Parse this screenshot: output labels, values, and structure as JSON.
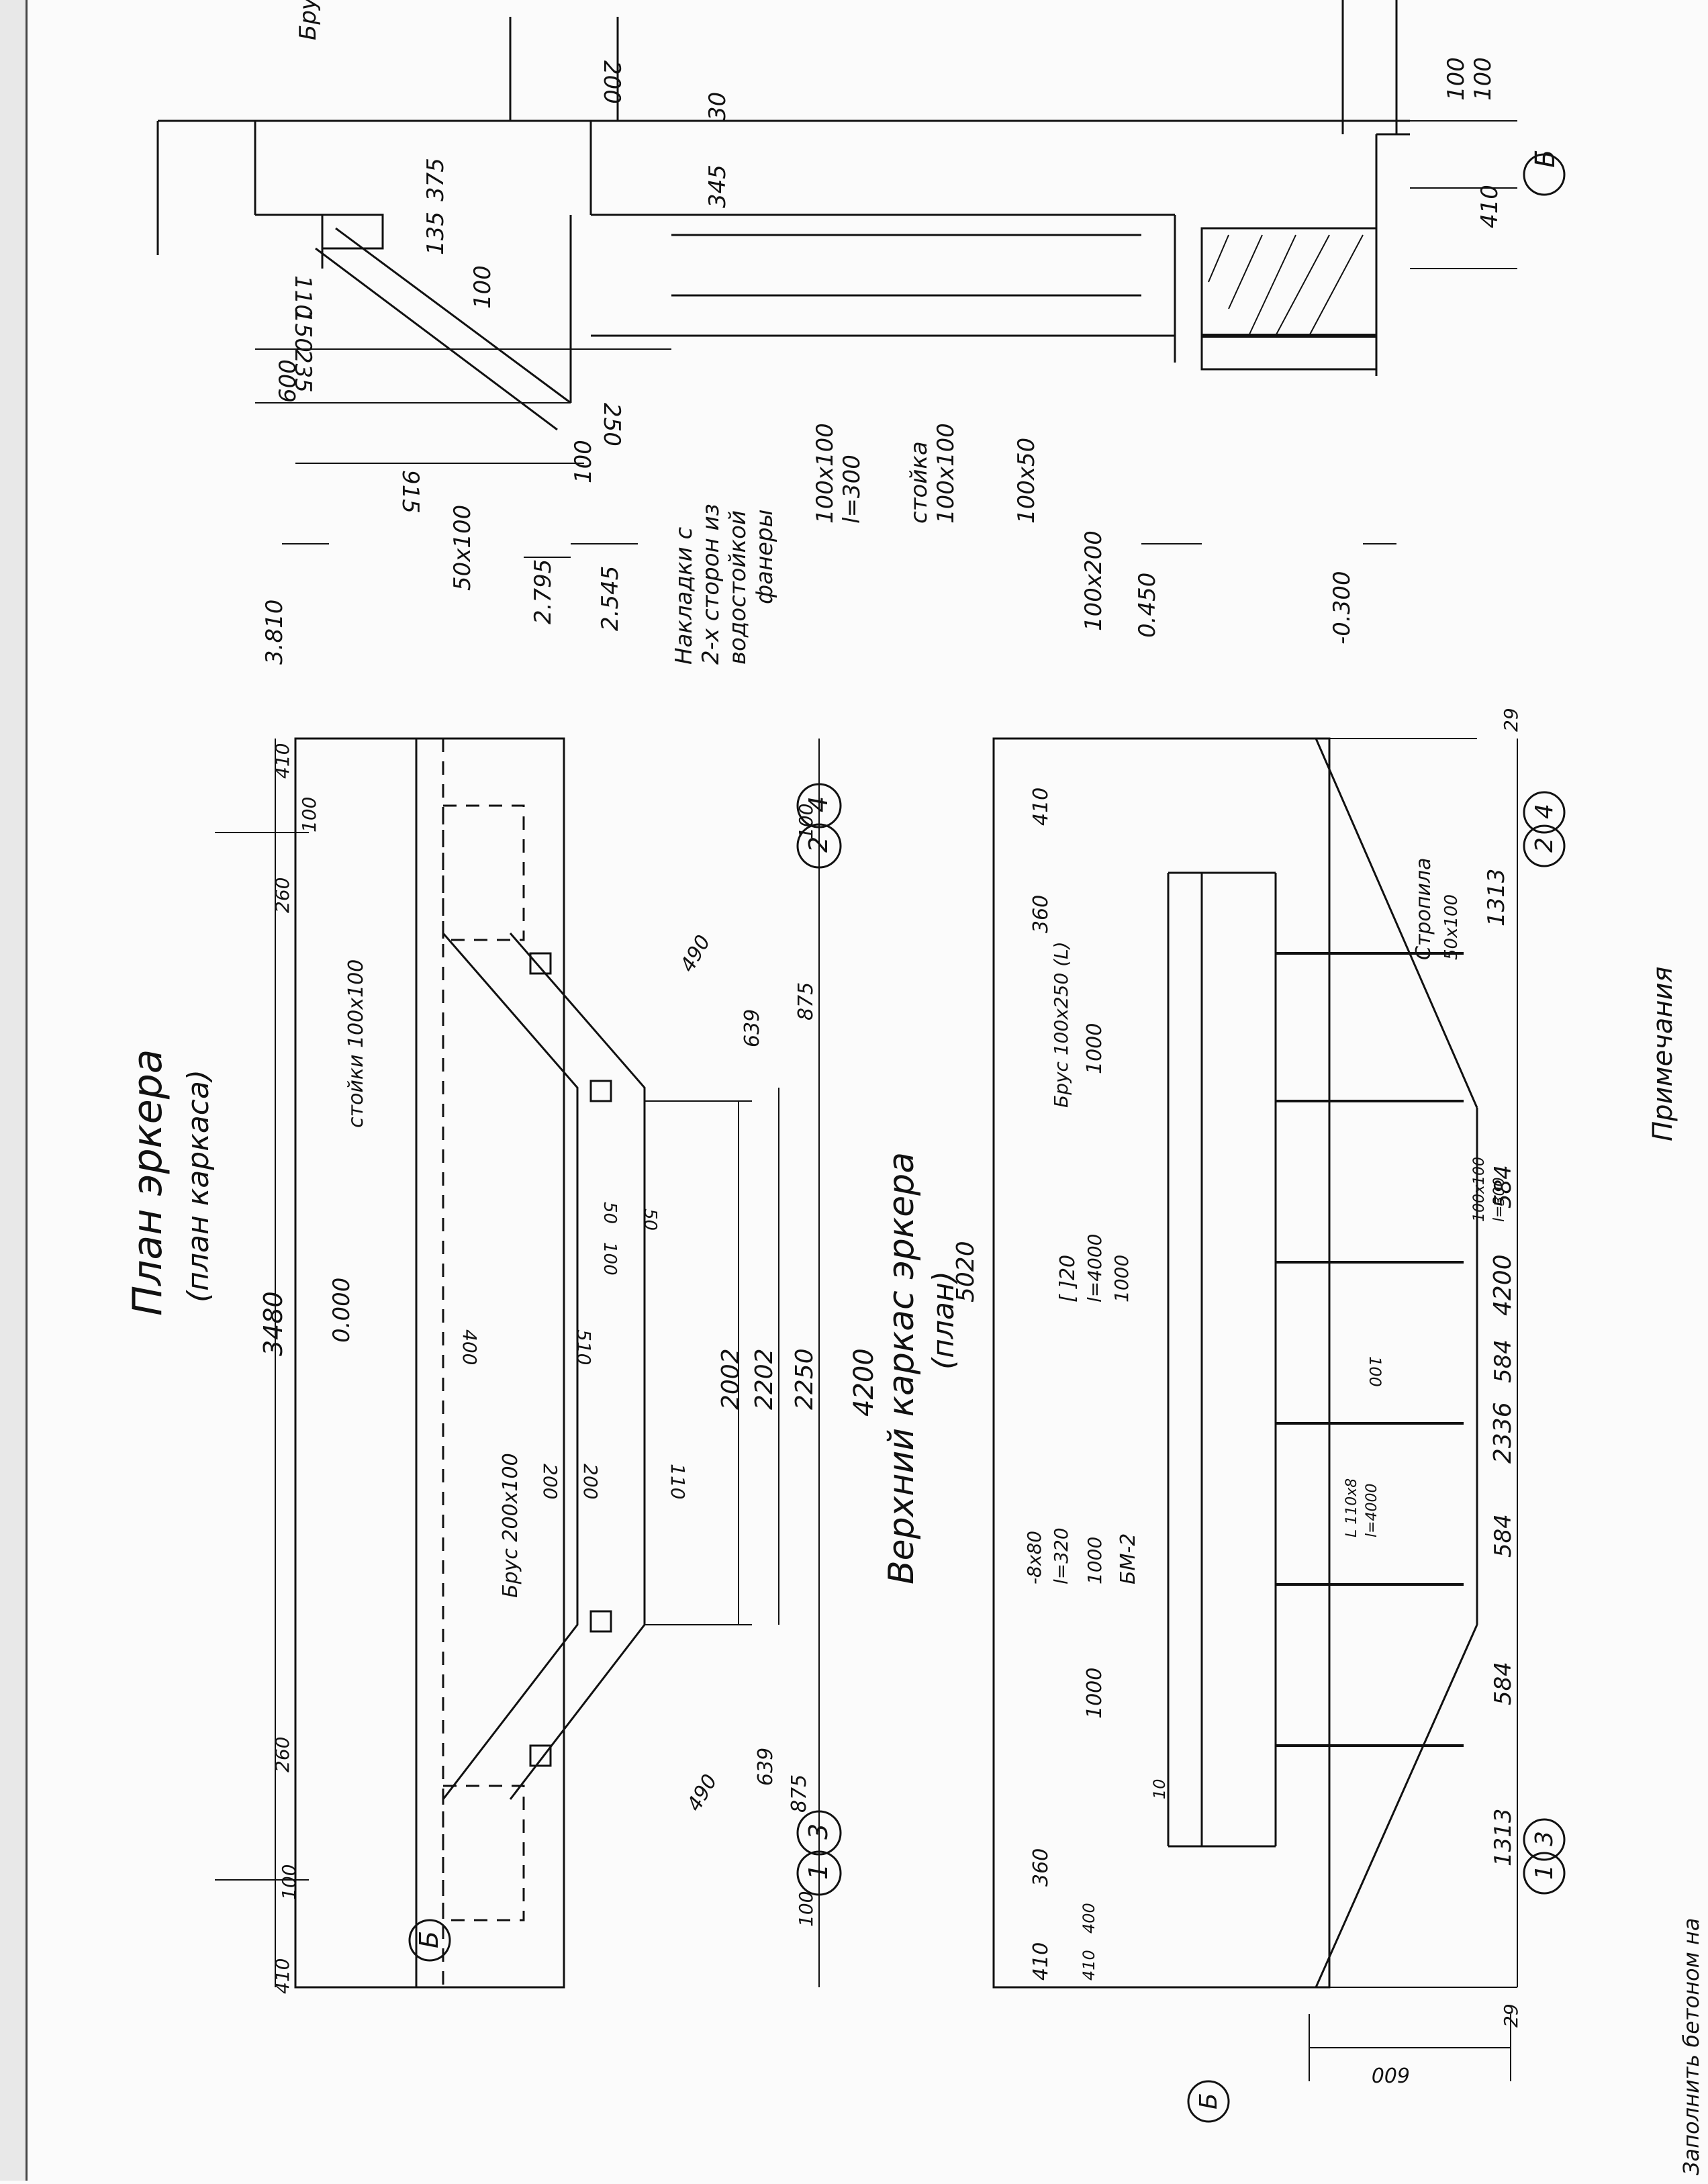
{
  "titles": {
    "plan_title": "План эркера",
    "plan_subtitle": "(план каркаса)",
    "upper_title": "Верхний каркас эркера",
    "upper_subtitle": "(план)",
    "notes_title": "Примечания"
  },
  "section": {
    "elevations": [
      "3.810",
      "2.795",
      "2.545",
      "0.450",
      "-0.300"
    ],
    "labels": {
      "overlay": "Накладки с",
      "overlay2": "2-х сторон из",
      "overlay3": "водостойкой",
      "overlay4": "фанеры",
      "beam50": "50x100",
      "beam100": "100x100",
      "len300": "l=300",
      "post": "стойка",
      "post_size": "100x100",
      "rail": "100x50",
      "joist": "100x200",
      "brick": "Брус"
    },
    "dims": [
      "375",
      "345",
      "30",
      "200",
      "135",
      "235",
      "150",
      "110",
      "600",
      "250",
      "915",
      "100",
      "100",
      "410",
      "100",
      "100"
    ],
    "axis": "Б"
  },
  "plan": {
    "zero": "0.000",
    "total_top": "3480",
    "brus": "Брус 200x100",
    "posts": "стойки 100x100",
    "dims_vertical": [
      "2002",
      "2202",
      "2250",
      "4200"
    ],
    "dims_small": [
      "400",
      "510",
      "200",
      "200",
      "110",
      "50",
      "100",
      "50",
      "490",
      "490",
      "639",
      "639",
      "875",
      "875"
    ],
    "edge_dims": [
      "410",
      "100",
      "260",
      "260",
      "100",
      "410",
      "100",
      "100"
    ],
    "axes": [
      "1",
      "3",
      "2",
      "4",
      "Б"
    ]
  },
  "upper": {
    "total": "5020",
    "span": "4200",
    "mid": "2336",
    "bays": [
      "584",
      "584",
      "584",
      "584"
    ],
    "ends": [
      "1313",
      "1313"
    ],
    "edge_dims": [
      "410",
      "360",
      "1000",
      "1000",
      "360",
      "410",
      "410",
      "400",
      "29",
      "29",
      "600"
    ],
    "labels": {
      "brus": "Брус 100x250 (L)",
      "channel": "[ ]20",
      "channel_len": "l=4000",
      "thousand": "1000",
      "strip": "-8x80",
      "strip_len": "l=320",
      "angle": "L 110x8",
      "angle_len": "l=4000",
      "bm": "БМ-2",
      "rafter": "Стропила",
      "rafter_size": "50x100",
      "post_size": "100x100",
      "post_len": "l=300",
      "hundred": "100",
      "ten": "10"
    },
    "axes": [
      "1",
      "3",
      "2",
      "4",
      "Б"
    ],
    "bottom_note": "Заполнить бетоном на"
  }
}
